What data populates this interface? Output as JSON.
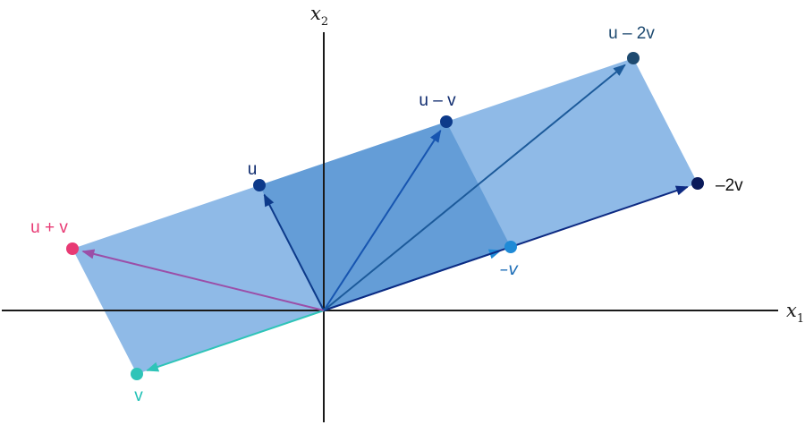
{
  "axes": {
    "x_label": "x",
    "x_sub": "1",
    "y_label": "x",
    "y_sub": "2",
    "color": "#1a1a1a"
  },
  "vectors": [
    {
      "id": "u",
      "label": "u",
      "x": -1,
      "y": 2,
      "color": "#0d3a8a",
      "label_color": "#0d2a6e"
    },
    {
      "id": "v",
      "label": "v",
      "x": -3,
      "y": -1,
      "color": "#2fc4b8",
      "label_color": "#1fc0b5"
    },
    {
      "id": "u-plus-v",
      "label": "u + v",
      "x": -4,
      "y": 1,
      "color": "#9b4fa8",
      "point_color": "#e83a74",
      "label_color": "#e83a74"
    },
    {
      "id": "u-minus-v",
      "label": "u – v",
      "x": 2,
      "y": 3,
      "color": "#1755b0",
      "point_color": "#0d3a8a",
      "label_color": "#0d2a6e"
    },
    {
      "id": "neg-v",
      "label": "–v",
      "x": 3,
      "y": 1,
      "color": "#1f8ad6",
      "point_color": "#1f8ad6",
      "label_color": "#1f6fb8",
      "italic": true
    },
    {
      "id": "neg-2v",
      "label": "–2v",
      "x": 6,
      "y": 2,
      "color": "#0d2a82",
      "point_color": "#0a1a5a",
      "label_color": "#111111"
    },
    {
      "id": "u-minus-2v",
      "label": "u – 2v",
      "x": 5,
      "y": 4,
      "color": "#1c5a9a",
      "point_color": "#1e4a70",
      "label_color": "#1e4a70"
    }
  ],
  "regions": [
    {
      "id": "big-parallelogram",
      "corners": [
        [
          -4,
          1
        ],
        [
          -3,
          -1
        ],
        [
          6,
          2
        ],
        [
          5,
          4
        ]
      ],
      "color": "#4a90d9",
      "opacity": 0.62
    },
    {
      "id": "inner-parallelogram",
      "corners": [
        [
          0,
          0
        ],
        [
          -1,
          2
        ],
        [
          2,
          3
        ],
        [
          3,
          1
        ]
      ],
      "color": "#3a7fc8",
      "opacity": 0.5
    }
  ]
}
